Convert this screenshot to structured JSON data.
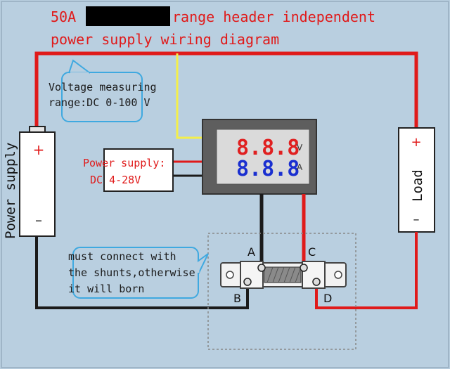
{
  "title": {
    "line1_prefix": "50A",
    "line1_suffix": "range header independent",
    "line2": "power supply wiring diagram"
  },
  "voltage_note": {
    "line1": "Voltage measuring",
    "line2": "range:DC 0-100 V"
  },
  "power_supply_box": {
    "line1": "Power supply:",
    "line2": "DC 4-28V"
  },
  "meter": {
    "voltage_reading": "8.8.8",
    "voltage_unit": "V",
    "current_reading": "8.8.8",
    "current_unit": "A"
  },
  "battery": {
    "label": "Power supply",
    "plus": "+",
    "minus": "–"
  },
  "load": {
    "label": "Load",
    "plus": "+",
    "minus": "–"
  },
  "shunt_note": {
    "line1": "must connect with",
    "line2": "the shunts,otherwise",
    "line3": "it will born"
  },
  "terminals": {
    "a": "A",
    "b": "B",
    "c": "C",
    "d": "D"
  },
  "colors": {
    "background": "#b9cfe0",
    "red_wire": "#e01a1a",
    "black_wire": "#1b1b1b",
    "yellow_wire": "#f4ef4a",
    "title_red": "#e01a1a",
    "bubble_blue": "#3fa9e0"
  }
}
